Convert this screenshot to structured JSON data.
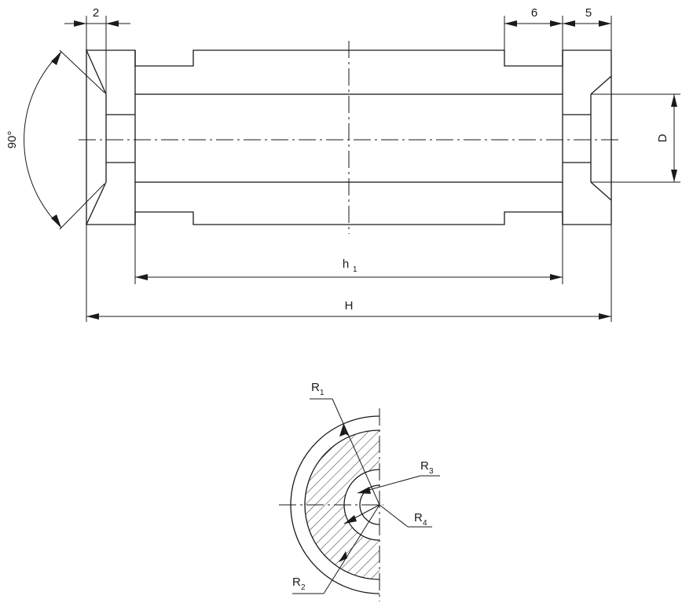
{
  "dimensions": {
    "chamfer_width": "2",
    "groove_width": "6",
    "end_width": "5",
    "chamfer_angle": "90°",
    "bore_diameter": "D",
    "inner_length": "h",
    "inner_length_sub": "1",
    "total_length": "H"
  },
  "radii": {
    "r1": "R",
    "r1_sub": "1",
    "r2": "R",
    "r2_sub": "2",
    "r3": "R",
    "r3_sub": "3",
    "r4": "R",
    "r4_sub": "4"
  }
}
